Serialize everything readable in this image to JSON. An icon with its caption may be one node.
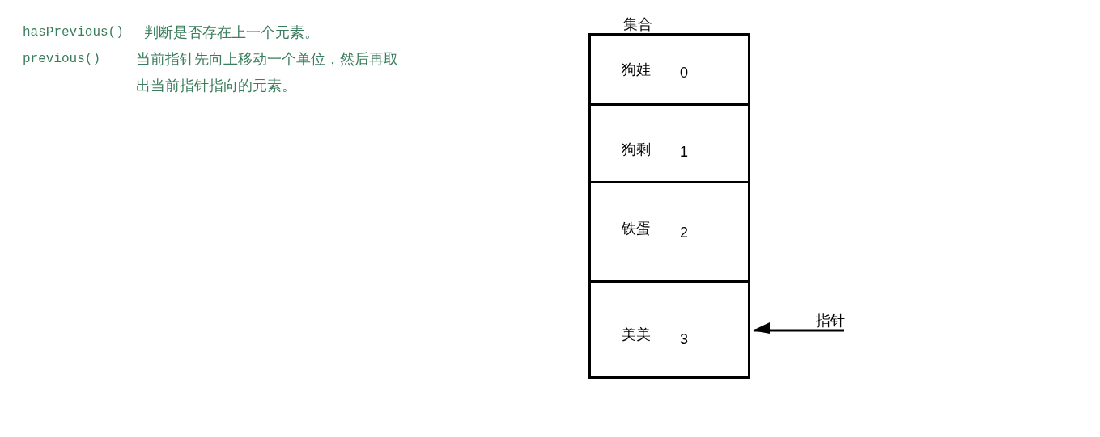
{
  "diagram": {
    "nodes": [
      {
        "text": [
          "集合"
        ]
      },
      {
        "text": [
          "狗娃",
          "0"
        ],
        "in": 0
      },
      {
        "text": [
          "狗剩",
          "1"
        ],
        "in": 0
      },
      {
        "text": [
          "铁蛋",
          "2"
        ],
        "in": 0
      },
      {
        "text": [
          "美美",
          "3"
        ],
        "in": 0
      },
      {
        "text": [
          "指针"
        ]
      }
    ],
    "edges": [
      {
        "from": 5,
        "to": 4,
        "arrow": "to"
      }
    ],
    "labels": [
      "hasPrevious()",
      "判断是否存在上一个元素。",
      "previous()",
      "当前指针先向上移动一个单位，然后再取出当前指针指向的元素。"
    ]
  }
}
